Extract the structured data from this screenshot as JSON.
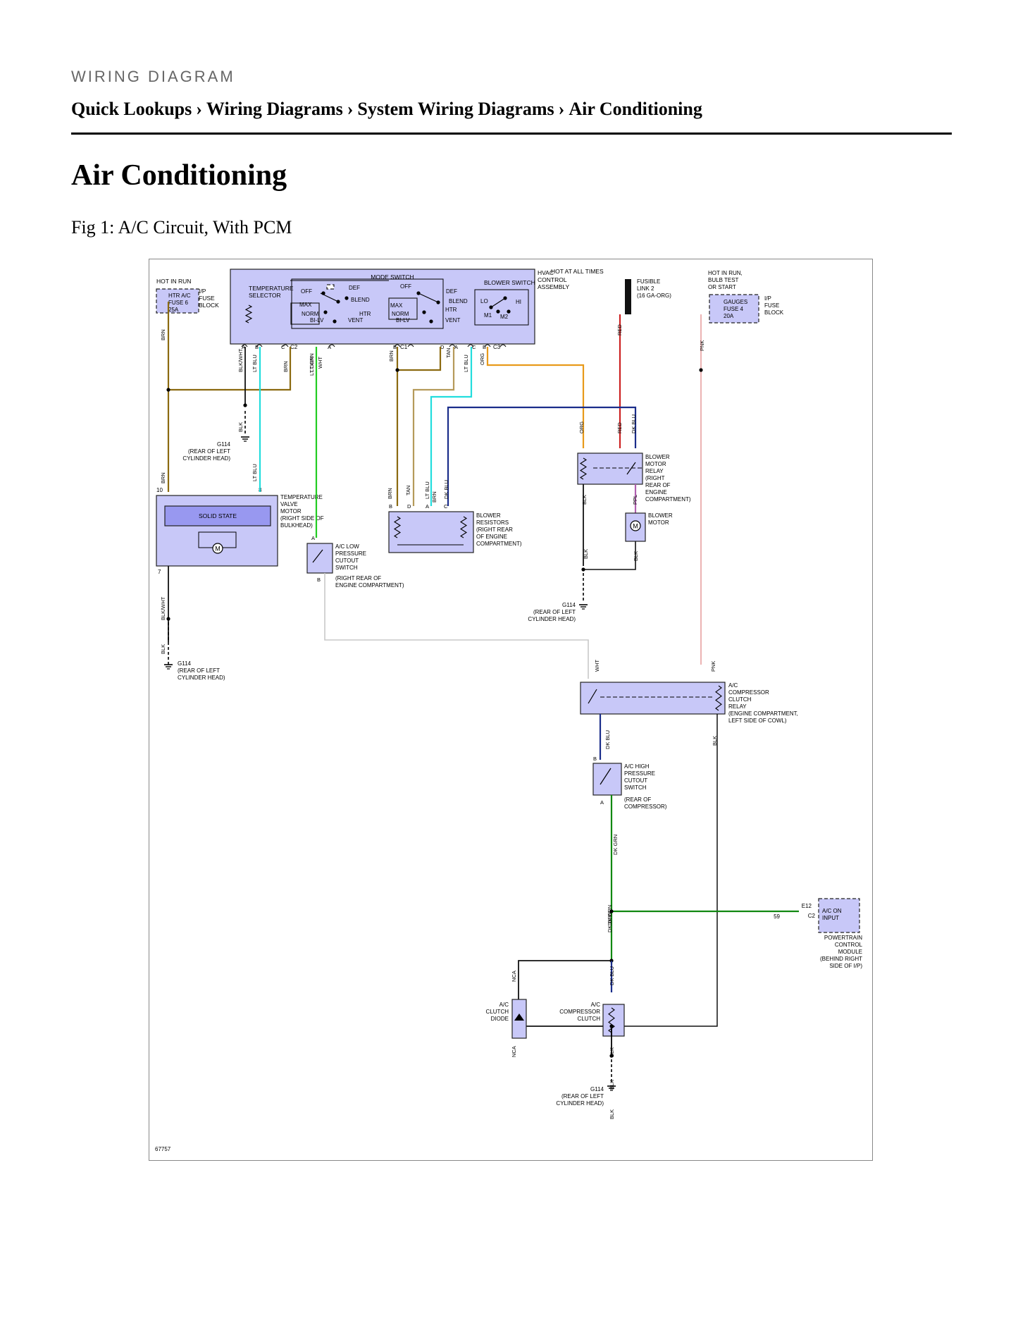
{
  "header": {
    "kicker": "WIRING DIAGRAM",
    "breadcrumb": [
      "Quick Lookups",
      "Wiring Diagrams",
      "System Wiring Diagrams",
      "Air Conditioning"
    ],
    "separator": "›"
  },
  "page_title": "Air Conditioning",
  "figure_caption": "Fig 1: A/C Circuit, With PCM",
  "diagram": {
    "figure_id": "67757",
    "colors": {
      "box_fill": "#c8c8f8",
      "box_fill_dark": "#9898f0",
      "brn": "#8b6a10",
      "lt_blu": "#22dddd",
      "lt_grn": "#22cc22",
      "dk_grn": "#118811",
      "dk_blu": "#1a2d8a",
      "tan": "#b59a5a",
      "org": "#e89a1a",
      "red": "#cc2222",
      "pnk": "#e8a0a0",
      "ppl": "#b060b0",
      "wht": "#c8c8c8",
      "blk": "#111111"
    },
    "power_sources": {
      "hot_in_run": "HOT IN RUN",
      "htr_ac_fuse": [
        "HTR A/C",
        "FUSE 6",
        "25A"
      ],
      "ip_fuse_block_1": [
        "I/P",
        "FUSE",
        "BLOCK"
      ],
      "hot_at_all_times": "HOT AT ALL TIMES",
      "fusible_link": [
        "FUSIBLE",
        "LINK 2",
        "(16 GA-ORG)"
      ],
      "hot_in_run_bulb": [
        "HOT IN RUN,",
        "BULB TEST",
        "OR START"
      ],
      "gauges_fuse": [
        "GAUGES",
        "FUSE 4",
        "20A"
      ],
      "ip_fuse_block_2": [
        "I/P",
        "FUSE",
        "BLOCK"
      ]
    },
    "hvac_assembly": {
      "label": [
        "HVAC",
        "CONTROL",
        "ASSEMBLY"
      ],
      "temperature_selector": [
        "TEMPERATURE",
        "SELECTOR"
      ],
      "mode_switch": "MODE SWITCH",
      "blower_switch": "BLOWER SWITCH",
      "mode_positions": [
        "OFF",
        "DEF",
        "BLEND",
        "MAX",
        "NORM",
        "BI-LV",
        "HTR",
        "VENT",
        "OFF",
        "DEF",
        "BLEND",
        "MAX",
        "HTR",
        "NORM",
        "BI-LV",
        "VENT"
      ],
      "blower_positions": [
        "LO",
        "HI",
        "M1",
        "M2"
      ],
      "connectors": [
        "C2",
        "C1",
        "C3"
      ],
      "pins": [
        "A",
        "B",
        "C",
        "A",
        "B",
        "D",
        "A",
        "C",
        "B"
      ]
    },
    "wires": [
      "BRN",
      "BLK/WHT",
      "LT BLU",
      "BRN",
      "LT GRN",
      "BRN",
      "BRN",
      "TAN",
      "LT BLU",
      "ORG",
      "RED",
      "PNK",
      "BLK",
      "BRN",
      "LT BLU",
      "BRN",
      "TAN",
      "LT BLU",
      "DK BLU",
      "ORG",
      "RED",
      "DK BLU",
      "BLK",
      "PPL",
      "BLK",
      "BLK/WHT",
      "BLK",
      "LT GRN",
      "WHT",
      "BLK",
      "WHT",
      "PNK",
      "DK BLU",
      "BLK",
      "DK GRN",
      "DK GRN",
      "DK GRN",
      "DK BLU",
      "NCA",
      "NCA",
      "BLK",
      "BLK",
      "BLK"
    ],
    "components": {
      "temp_valve_motor": [
        "TEMPERATURE",
        "VALVE",
        "MOTOR",
        "(RIGHT SIDE OF",
        "BULKHEAD)"
      ],
      "solid_state": "SOLID STATE",
      "blower_resistors": [
        "BLOWER",
        "RESISTORS",
        "(RIGHT REAR",
        "OF ENGINE",
        "COMPARTMENT)"
      ],
      "blower_motor_relay": [
        "BLOWER",
        "MOTOR",
        "RELAY",
        "(RIGHT",
        "REAR OF",
        "ENGINE",
        "COMPARTMENT)"
      ],
      "blower_motor": [
        "BLOWER",
        "MOTOR"
      ],
      "ac_low_pressure": [
        "A/C LOW",
        "PRESSURE",
        "CUTOUT",
        "SWITCH",
        "(RIGHT REAR OF",
        "ENGINE COMPARTMENT)"
      ],
      "ac_compressor_relay": [
        "A/C",
        "COMPRESSOR",
        "CLUTCH",
        "RELAY",
        "(ENGINE COMPARTMENT,",
        "LEFT SIDE OF COWL)"
      ],
      "ac_high_pressure": [
        "A/C HIGH",
        "PRESSURE",
        "CUTOUT",
        "SWITCH",
        "(REAR OF",
        "COMPRESSOR)"
      ],
      "pcm": [
        "POWERTRAIN",
        "CONTROL",
        "MODULE",
        "(BEHIND RIGHT",
        "SIDE OF I/P)"
      ],
      "pcm_input": [
        "A/C ON",
        "INPUT"
      ],
      "ac_clutch_diode": [
        "A/C",
        "CLUTCH",
        "DIODE"
      ],
      "ac_compressor_clutch": [
        "A/C",
        "COMPRESSOR",
        "CLUTCH"
      ]
    },
    "grounds": {
      "g114_a": [
        "G114",
        "(REAR OF LEFT",
        "CYLINDER HEAD)"
      ],
      "g114_b": [
        "G114",
        "(REAR OF LEFT",
        "CYLINDER HEAD)"
      ],
      "g114_c": [
        "G114",
        "(REAR OF LEFT",
        "CYLINDER HEAD)"
      ],
      "g114_d": [
        "G114",
        "(REAR OF LEFT",
        "CYLINDER HEAD)"
      ]
    },
    "misc": {
      "pin_10": "10",
      "pin_8": "8",
      "pin_7": "7",
      "pin_e12": "E12",
      "conn_c2": "C2",
      "pin_59": "59",
      "pin_a": "A",
      "pin_b": "B",
      "pin_c": "C",
      "pin_d": "D",
      "motor_m": "M"
    }
  }
}
